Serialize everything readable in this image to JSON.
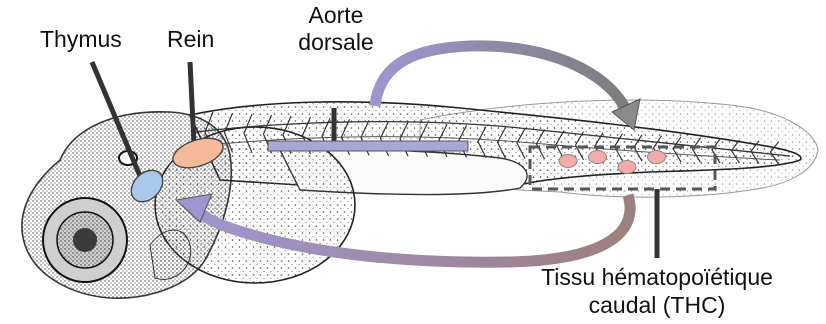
{
  "labels": {
    "thymus": "Thymus",
    "rein": "Rein",
    "aorte_line1": "Aorte",
    "aorte_line2": "dorsale",
    "thc_line1": "Tissu hématopoïétique",
    "thc_line2": "caudal (THC)"
  },
  "organs": {
    "thymus_color": "#a9c8ec",
    "rein_color": "#f6b99a",
    "aorta_color": "#a9a6d8",
    "thc_cell_color": "#f5a9a9"
  },
  "arrows": {
    "gradient_start": "#9f95cf",
    "gradient_end": "#7d7d7d"
  },
  "thc_cell_count": 4
}
